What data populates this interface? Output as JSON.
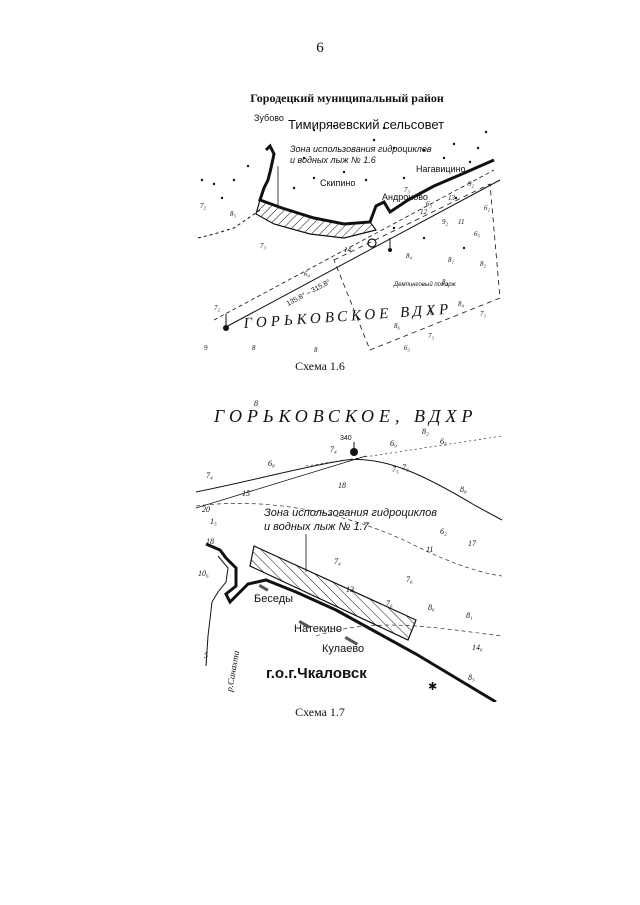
{
  "page_number": "6",
  "scheme_1_6": {
    "district_title": "Городецкий муниципальный район",
    "village_zubovo": "Зубово",
    "council": "Тимирязевский сельсовет",
    "zone_line1": "Зона использования гидроциклов",
    "zone_line2": "и водных лыж № 1.6",
    "village_nagavitsyno": "Нагавицино",
    "village_skipino": "Скипино",
    "village_andronovo": "Андроново",
    "reservoir": "ГОРЬКОВСКОЕ ВДХР",
    "bearing": "135,8° – 315,8°",
    "depth_area": "Демпинговый пожарж",
    "caption": "Схема 1.6",
    "depths": [
      "7₂",
      "8₅",
      "6₄",
      "7₃",
      "9₂",
      "6₂",
      "6₅",
      "9₂",
      "7₃",
      "6₃",
      "8₄",
      "8₁",
      "8₂",
      "8₃",
      "8₄",
      "8₉",
      "13",
      "12",
      "14",
      "11",
      "7₂",
      "9",
      "8",
      "8",
      "8₆",
      "7₃",
      "7₃",
      "6₃"
    ]
  },
  "scheme_1_7": {
    "reservoir": "ГОРЬКОВСКОЕ, ВДХР",
    "buoy_label": "340",
    "zone_line1": "Зона использования гидроциклов",
    "zone_line2": "и водных лыж № 1.7",
    "village_besedy": "Беседы",
    "village_natekino": "Натекино",
    "village_kulaevo": "Кулаево",
    "town": "г.о.г.Чкаловск",
    "river": "р.Санахта",
    "caption": "Схема 1.7",
    "depths": [
      "8",
      "7₄",
      "6₈",
      "6₉",
      "8₂",
      "6₅",
      "7₅",
      "7₄",
      "15",
      "18",
      "8₈",
      "6₂",
      "7₃",
      "20",
      "18",
      "7₄",
      "11",
      "17",
      "10₆",
      "5",
      "7₆",
      "13",
      "7₆",
      "8₆",
      "8₁",
      "14₆",
      "8₅",
      "1₅"
    ]
  },
  "colors": {
    "ink": "#111111",
    "paper": "#ffffff"
  }
}
